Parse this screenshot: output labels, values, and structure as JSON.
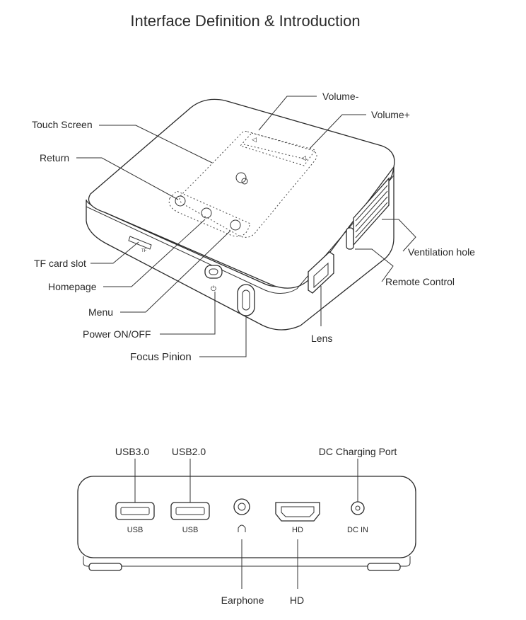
{
  "title": "Interface Definition & Introduction",
  "top_labels": {
    "touch_screen": "Touch Screen",
    "return": "Return",
    "tf_card_slot": "TF card slot",
    "homepage": "Homepage",
    "menu": "Menu",
    "power": "Power ON/OFF",
    "focus_pinion": "Focus Pinion",
    "volume_minus": "Volume-",
    "volume_plus": "Volume+",
    "ventilation_hole": "Ventilation hole",
    "remote_control": "Remote Control",
    "lens": "Lens"
  },
  "device_marks": {
    "tf": "TF"
  },
  "back_panel": {
    "labels_top": {
      "usb3": "USB3.0",
      "usb2": "USB2.0",
      "dc_port": "DC Charging Port"
    },
    "labels_bottom": {
      "earphone": "Earphone",
      "hd": "HD"
    },
    "port_marks": {
      "usb_a": "USB",
      "usb_b": "USB",
      "hd": "HD",
      "dc_in": "DC  IN"
    }
  }
}
